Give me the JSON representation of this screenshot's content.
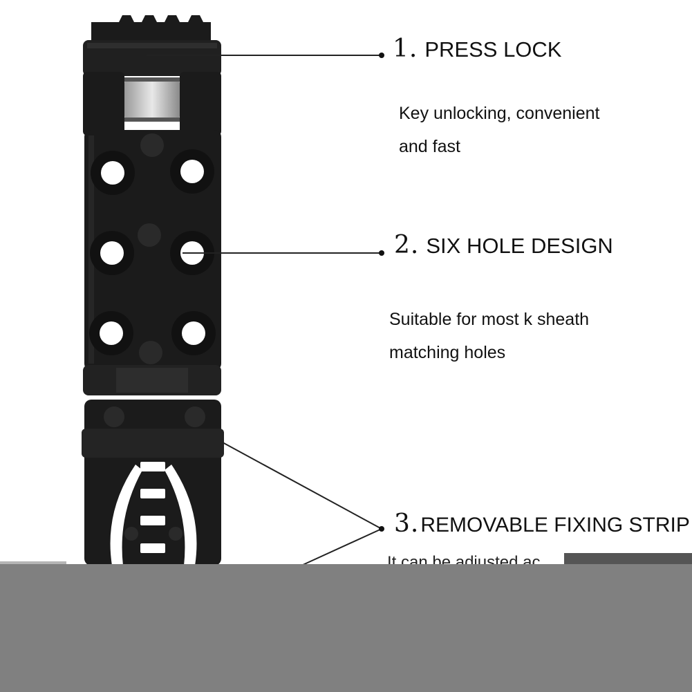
{
  "features": [
    {
      "number": "1.",
      "title": "PRESS LOCK",
      "description": [
        "Key unlocking, convenient",
        "and fast"
      ]
    },
    {
      "number": "2.",
      "title": "SIX HOLE DESIGN",
      "description": [
        "Suitable for most k sheath",
        "matching holes"
      ]
    },
    {
      "number": "3.",
      "title": "REMOVABLE FIXING STRIP",
      "description_partial": "It can be adjusted ac"
    }
  ],
  "colors": {
    "clip_body": "#1b1b1b",
    "clip_highlight": "#2c2c2c",
    "background": "#ffffff",
    "overlay_band": "#808080",
    "text": "#111111"
  }
}
